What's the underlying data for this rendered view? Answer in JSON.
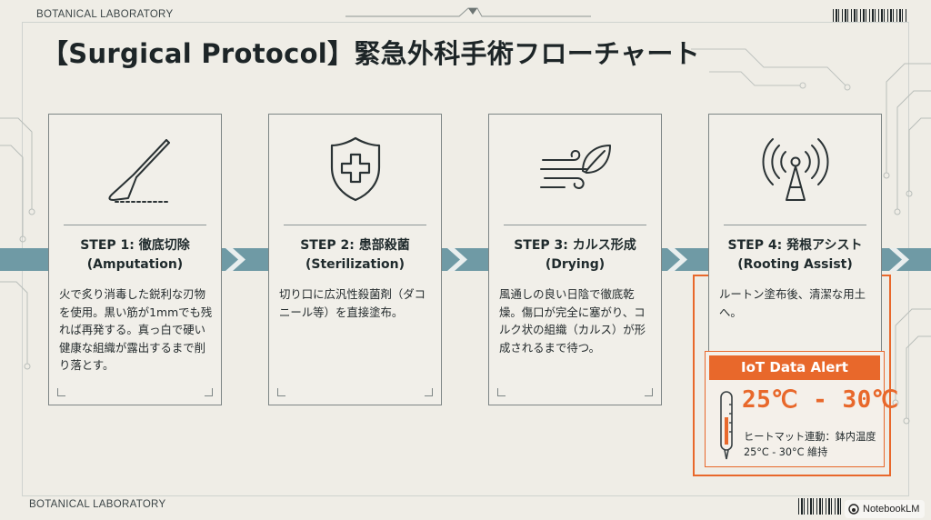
{
  "header": {
    "lab_label_top": "BOTANICAL LABORATORY",
    "title": "【Surgical Protocol】緊急外科手術フローチャート"
  },
  "footer": {
    "lab_label_bottom": "BOTANICAL LABORATORY",
    "watermark": "NotebookLM"
  },
  "colors": {
    "background": "#efede6",
    "band": "#6f9aa5",
    "accent_orange": "#e8682b",
    "text_dark": "#1f2a2c"
  },
  "steps": [
    {
      "icon": "scalpel-icon",
      "title": "STEP 1: 徹底切除",
      "subtitle": "(Amputation)",
      "desc": "火で炙り消毒した鋭利な刃物を使用。黒い筋が1mmでも残れば再発する。真っ白で硬い健康な組織が露出するまで削り落とす。"
    },
    {
      "icon": "shield-cross-icon",
      "title": "STEP 2: 患部殺菌",
      "subtitle": "(Sterilization)",
      "desc": "切り口に広汎性殺菌剤（ダコニール等）を直接塗布。"
    },
    {
      "icon": "wind-leaf-icon",
      "title": "STEP 3: カルス形成",
      "subtitle": "(Drying)",
      "desc": "風通しの良い日陰で徹底乾燥。傷口が完全に塞がり、コルク状の組織（カルス）が形成されるまで待つ。"
    },
    {
      "icon": "signal-tower-icon",
      "title": "STEP 4: 発根アシスト",
      "subtitle": "(Rooting Assist)",
      "desc": "ルートン塗布後、清潔な用土へ。"
    }
  ],
  "alert": {
    "header": "IoT Data Alert",
    "temperature": "25℃ - 30℃",
    "note": "ヒートマット連動：鉢内温度 25°C - 30°C 維持",
    "icon": "thermometer-icon"
  }
}
